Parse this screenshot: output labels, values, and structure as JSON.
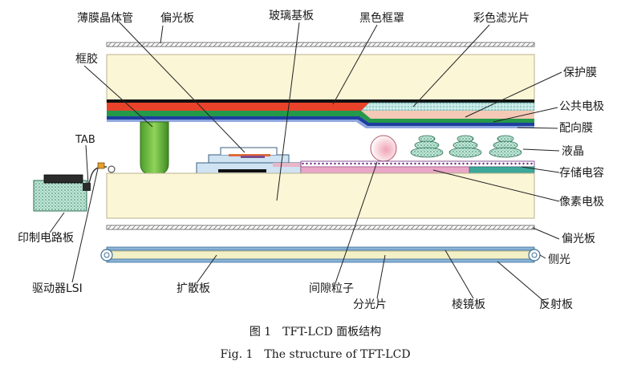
{
  "labels": {
    "polarizer_top": "偏光板",
    "tft": "薄膜晶体管",
    "glass_substrate": "玻璃基板",
    "black_matrix": "黑色框罩",
    "color_filter": "彩色滤光片",
    "sealant": "框胶",
    "protective_film": "保护膜",
    "common_electrode": "公共电极",
    "alignment_film": "配向膜",
    "tab": "TAB",
    "liquid_crystal": "液晶",
    "storage_capacitor": "存储电容",
    "pixel_electrode": "像素电极",
    "pcb": "印制电路板",
    "polarizer_bottom": "偏光板",
    "driver_lsi": "驱动器LSI",
    "diffuser": "扩散板",
    "spacer": "间隙粒子",
    "light_guide": "分光片",
    "prism_sheet": "棱镜板",
    "side_light": "侧光",
    "reflector": "反射板"
  },
  "caption": {
    "cn": "图 1　TFT-LCD 面板结构",
    "en": "Fig. 1　The structure of TFT-LCD"
  }
}
